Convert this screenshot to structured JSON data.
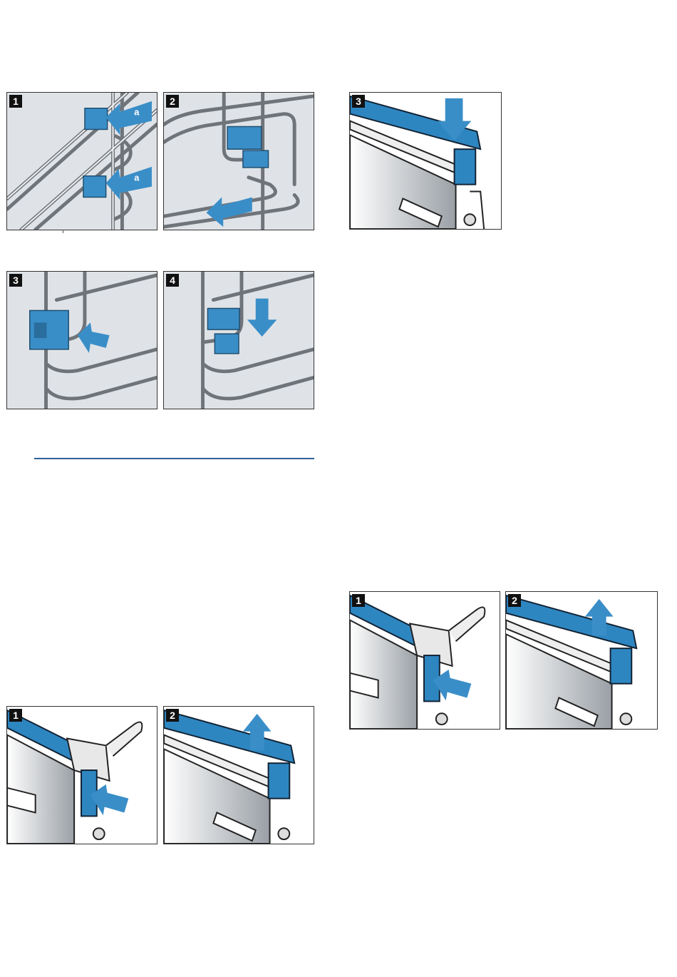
{
  "panels": {
    "rail_fit_1": {
      "step": "1",
      "callout_a_top": "a",
      "callout_a_bottom": "a"
    },
    "rail_fit_2": {
      "step": "2"
    },
    "rail_clip_3": {
      "step": "3"
    },
    "rail_clip_4": {
      "step": "4"
    },
    "seal_remove_left_1": {
      "step": "1"
    },
    "seal_remove_left_2": {
      "step": "2"
    },
    "seal_fit_right_3": {
      "step": "3"
    },
    "seal_remove_right_1": {
      "step": "1"
    },
    "seal_remove_right_2": {
      "step": "2"
    }
  },
  "colors": {
    "accent_blue": "#3a8ec8",
    "seal_blue": "#2e86c1",
    "rule_blue": "#2f5f9a",
    "panel_grey": "#dfe3e7",
    "wire_grey": "#7a7f85"
  },
  "icons": [
    "arrow-icon",
    "clip-icon",
    "screw-icon"
  ]
}
